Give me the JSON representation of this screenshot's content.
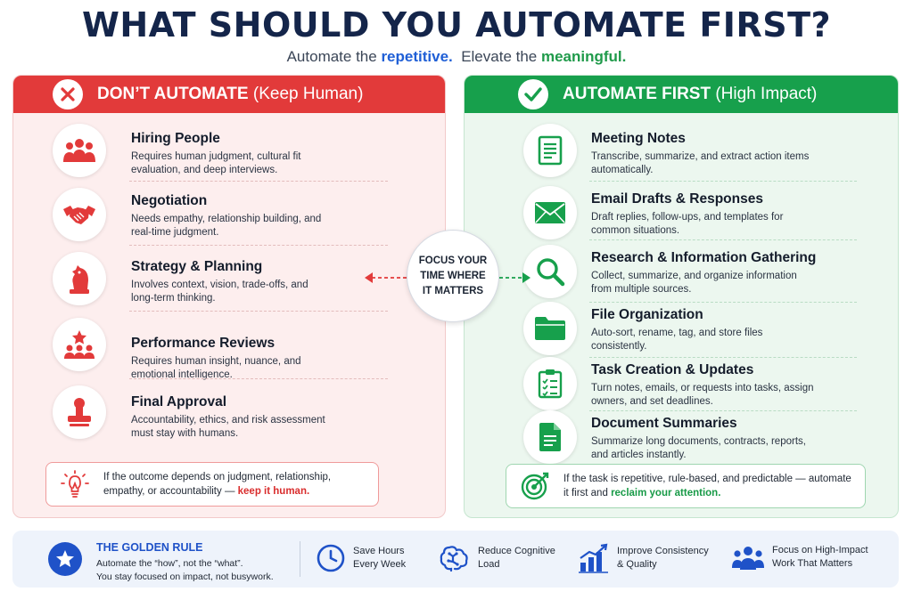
{
  "header": {
    "title": "WHAT SHOULD YOU AUTOMATE FIRST?",
    "subtitle_part1": "Automate the ",
    "subtitle_word1": "repetitive.",
    "subtitle_part2": "  Elevate the ",
    "subtitle_word2": "meaningful."
  },
  "left_panel": {
    "heading_bold": "DON’T AUTOMATE",
    "heading_rest": " (Keep Human)",
    "items": [
      {
        "title": "Hiring People",
        "desc": "Requires human judgment, cultural fit evaluation, and deep interviews.",
        "icon": "team-icon"
      },
      {
        "title": "Negotiation",
        "desc": "Needs empathy, relationship building, and real-time judgment.",
        "icon": "handshake-icon"
      },
      {
        "title": "Strategy & Planning",
        "desc": "Involves context, vision, trade-offs, and long-term thinking.",
        "icon": "chess-knight-icon"
      },
      {
        "title": "Performance Reviews",
        "desc": "Requires human insight, nuance, and emotional intelligence.",
        "icon": "star-people-icon"
      },
      {
        "title": "Final Approval",
        "desc": "Accountability, ethics, and risk assessment must stay with humans.",
        "icon": "stamp-icon"
      }
    ],
    "callout_text": "If the outcome depends on judgment, relationship, empathy, or accountability — ",
    "callout_emphasis": "keep it human."
  },
  "right_panel": {
    "heading_bold": "AUTOMATE FIRST",
    "heading_rest": " (High Impact)",
    "items": [
      {
        "title": "Meeting Notes",
        "desc": "Transcribe, summarize, and extract action items automatically.",
        "icon": "notes-icon"
      },
      {
        "title": "Email Drafts & Responses",
        "desc": "Draft replies, follow-ups, and templates for common situations.",
        "icon": "envelope-icon"
      },
      {
        "title": "Research & Information Gathering",
        "desc": "Collect, summarize, and organize information from multiple sources.",
        "icon": "magnifier-icon"
      },
      {
        "title": "File Organization",
        "desc": "Auto-sort, rename, tag, and store files consistently.",
        "icon": "folder-icon"
      },
      {
        "title": "Task Creation & Updates",
        "desc": "Turn notes, emails, or requests into tasks, assign owners, and set deadlines.",
        "icon": "clipboard-checklist-icon"
      },
      {
        "title": "Document Summaries",
        "desc": "Summarize long documents, contracts, reports, and articles instantly.",
        "icon": "document-icon"
      }
    ],
    "callout_text": "If the task is repetitive, rule-based, and predictable — automate it first and ",
    "callout_emphasis": "reclaim your attention."
  },
  "focus": {
    "text": "FOCUS YOUR TIME WHERE IT MATTERS"
  },
  "footer": {
    "golden_title": "THE GOLDEN RULE",
    "golden_line1": "Automate the “how”, not the “what”.",
    "golden_line2": "You stay focused on impact, not busywork.",
    "benefits": [
      {
        "line1": "Save Hours",
        "line2": "Every Week",
        "icon": "clock-icon"
      },
      {
        "line1": "Reduce Cognitive",
        "line2": "Load",
        "icon": "brain-icon"
      },
      {
        "line1": "Improve Consistency",
        "line2": "& Quality",
        "icon": "bar-chart-icon"
      },
      {
        "line1": "Focus on High-Impact",
        "line2": "Work That Matters",
        "icon": "people-icon"
      }
    ]
  },
  "colors": {
    "red": "#e23a3a",
    "green": "#17a04c",
    "navy": "#14254a",
    "blue": "#1f52c8"
  }
}
